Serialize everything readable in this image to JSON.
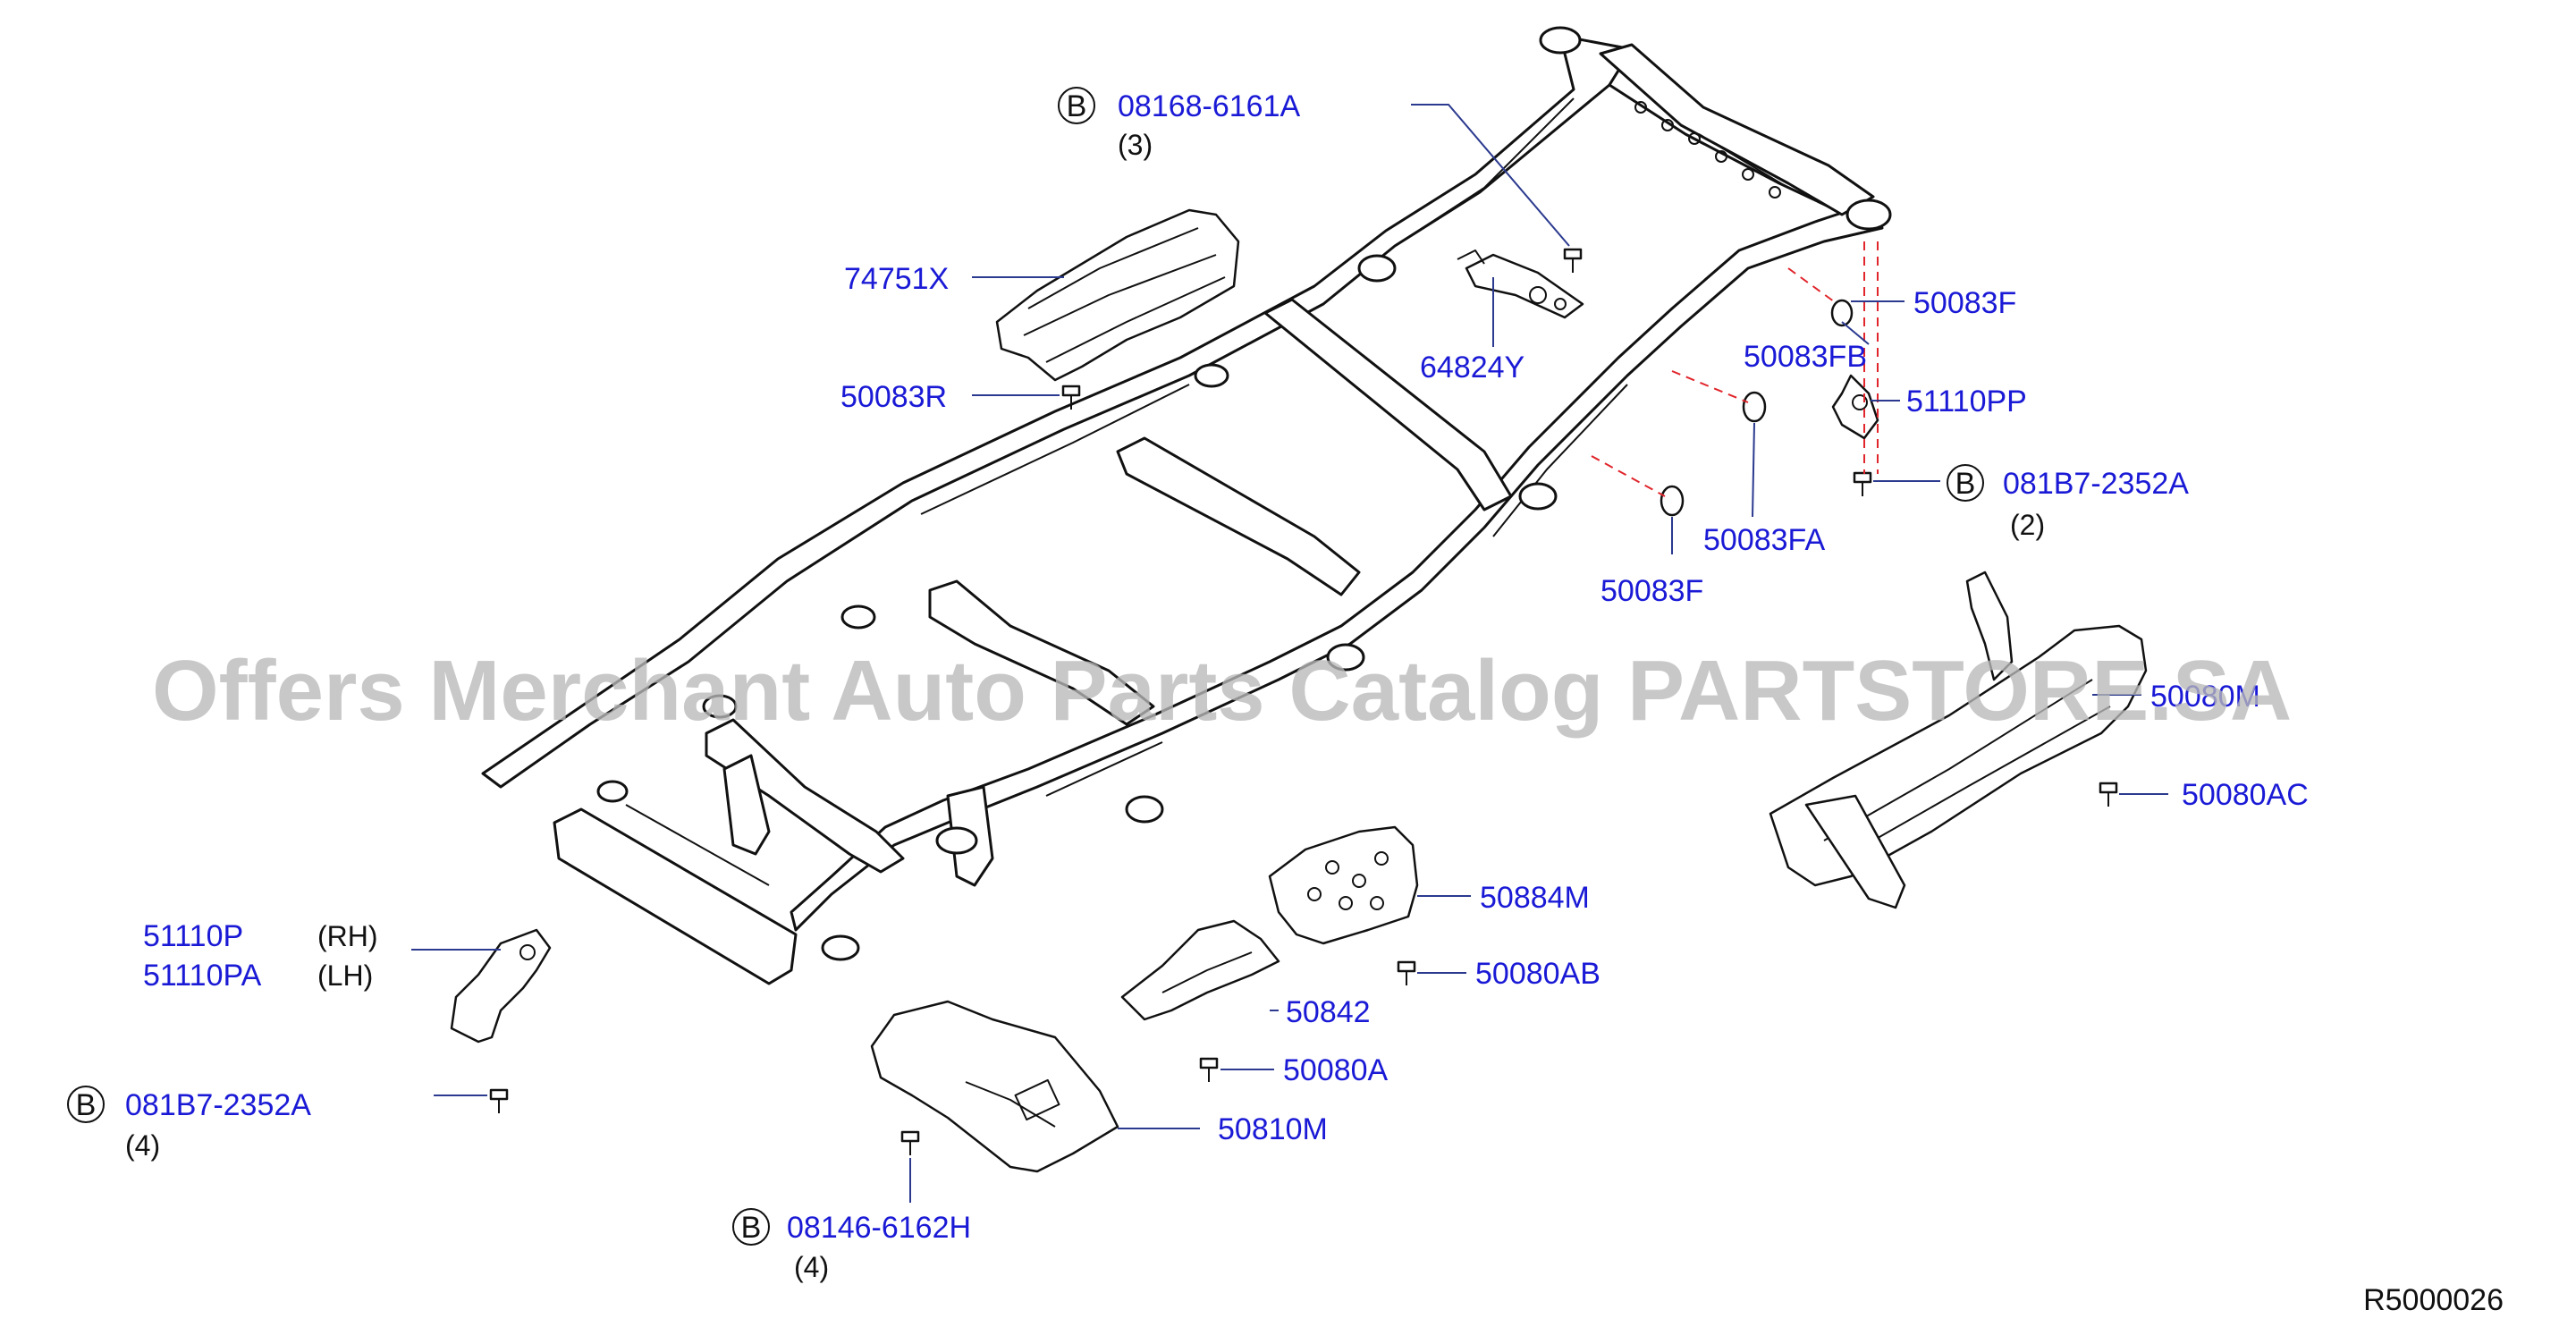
{
  "diagram": {
    "reference_code": "R5000026",
    "watermark": "Offers Merchant Auto Parts Catalog PARTSTORE.SA",
    "bolt_marker": "B",
    "callouts": [
      {
        "id": "c1",
        "part_number": "08168-6161A",
        "qty": "(3)",
        "marker": true
      },
      {
        "id": "c2",
        "part_number": "74751X"
      },
      {
        "id": "c3",
        "part_number": "50083R"
      },
      {
        "id": "c4",
        "part_number": "64824Y"
      },
      {
        "id": "c5",
        "part_number": "50083F"
      },
      {
        "id": "c6",
        "part_number": "50083FB"
      },
      {
        "id": "c7",
        "part_number": "51110PP"
      },
      {
        "id": "c8",
        "part_number": "081B7-2352A",
        "qty": "(2)",
        "marker": true
      },
      {
        "id": "c9",
        "part_number": "50083FA"
      },
      {
        "id": "c10",
        "part_number": "50083F"
      },
      {
        "id": "c11",
        "part_number": "50080M"
      },
      {
        "id": "c12",
        "part_number": "50080AC"
      },
      {
        "id": "c13",
        "part_number": "50884M"
      },
      {
        "id": "c14",
        "part_number": "50080AB"
      },
      {
        "id": "c15",
        "part_number": "50842"
      },
      {
        "id": "c16",
        "part_number": "50080A"
      },
      {
        "id": "c17",
        "part_number": "50810M"
      },
      {
        "id": "c18",
        "part_number": "08146-6162H",
        "qty": "(4)",
        "marker": true
      },
      {
        "id": "c19",
        "part_number": "51110P",
        "side": "(RH)"
      },
      {
        "id": "c20",
        "part_number": "51110PA",
        "side": "(LH)"
      },
      {
        "id": "c21",
        "part_number": "081B7-2352A",
        "qty": "(4)",
        "marker": true
      }
    ]
  }
}
